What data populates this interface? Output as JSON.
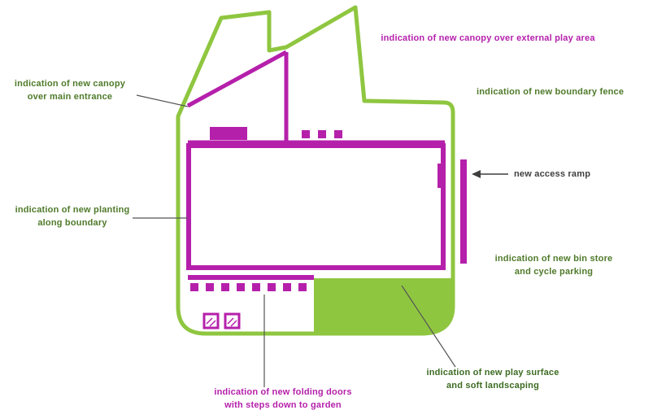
{
  "colors": {
    "lime": "#8fc640",
    "magenta": "#b520ab",
    "green_text": "#4f7a2a",
    "dark_text": "#3f3f3f",
    "dark_green_text": "#3c6b22",
    "leader_line": "#555555"
  },
  "labels": {
    "canopy_roof": {
      "line1": "indication of new canopy over external play area"
    },
    "entrance_canopy": {
      "line1": "indication of new canopy",
      "line2": "over main entrance"
    },
    "boundary_fence": {
      "line1": "indication of new boundary fence"
    },
    "ramp": {
      "line1": "new access ramp"
    },
    "planting": {
      "line1": "indication of new planting",
      "line2": "along boundary"
    },
    "bin_store": {
      "line1": "indication of new bin store",
      "line2": "and cycle parking"
    },
    "play_surface": {
      "line1": "indication of new play surface",
      "line2": "and soft landscaping"
    },
    "folding_doors": {
      "line1": "indication of new folding doors",
      "line2": "with steps down to garden"
    }
  }
}
